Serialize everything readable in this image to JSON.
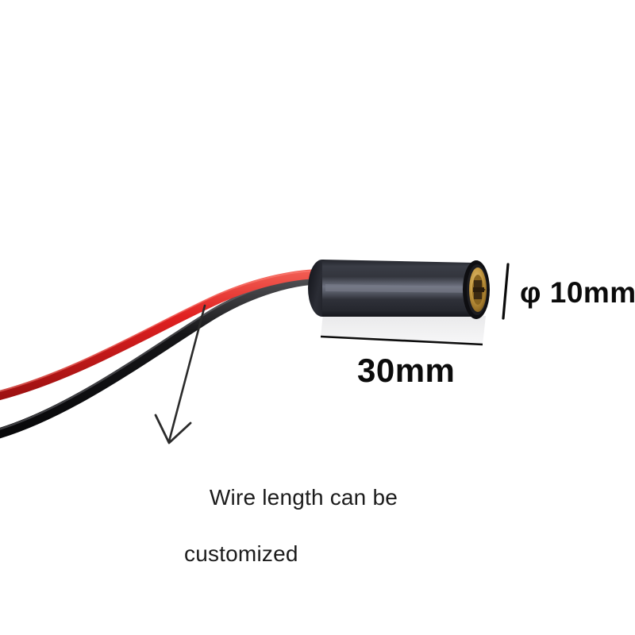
{
  "scene": {
    "background_color": "#ffffff",
    "subject": "laser-diode-module-with-wires"
  },
  "product": {
    "body_color": "#30323a",
    "body_highlight_color": "#6a6d78",
    "lens_ring_color": "#121212",
    "lens_brass_color": "#c79c45",
    "lens_aperture_color": "#4a3418",
    "shadow_color": "#ececed"
  },
  "wires": [
    {
      "name": "positive-wire",
      "color": "#e02020",
      "label": "red"
    },
    {
      "name": "negative-wire",
      "color": "#141414",
      "label": "black"
    }
  ],
  "annotations": {
    "diameter": {
      "text": "φ 10mm",
      "value": 10,
      "unit": "mm",
      "symbol": "φ"
    },
    "length": {
      "text": "30mm",
      "value": 30,
      "unit": "mm"
    },
    "wire_note": {
      "line1": "Wire length can be",
      "line2": "customized"
    }
  }
}
